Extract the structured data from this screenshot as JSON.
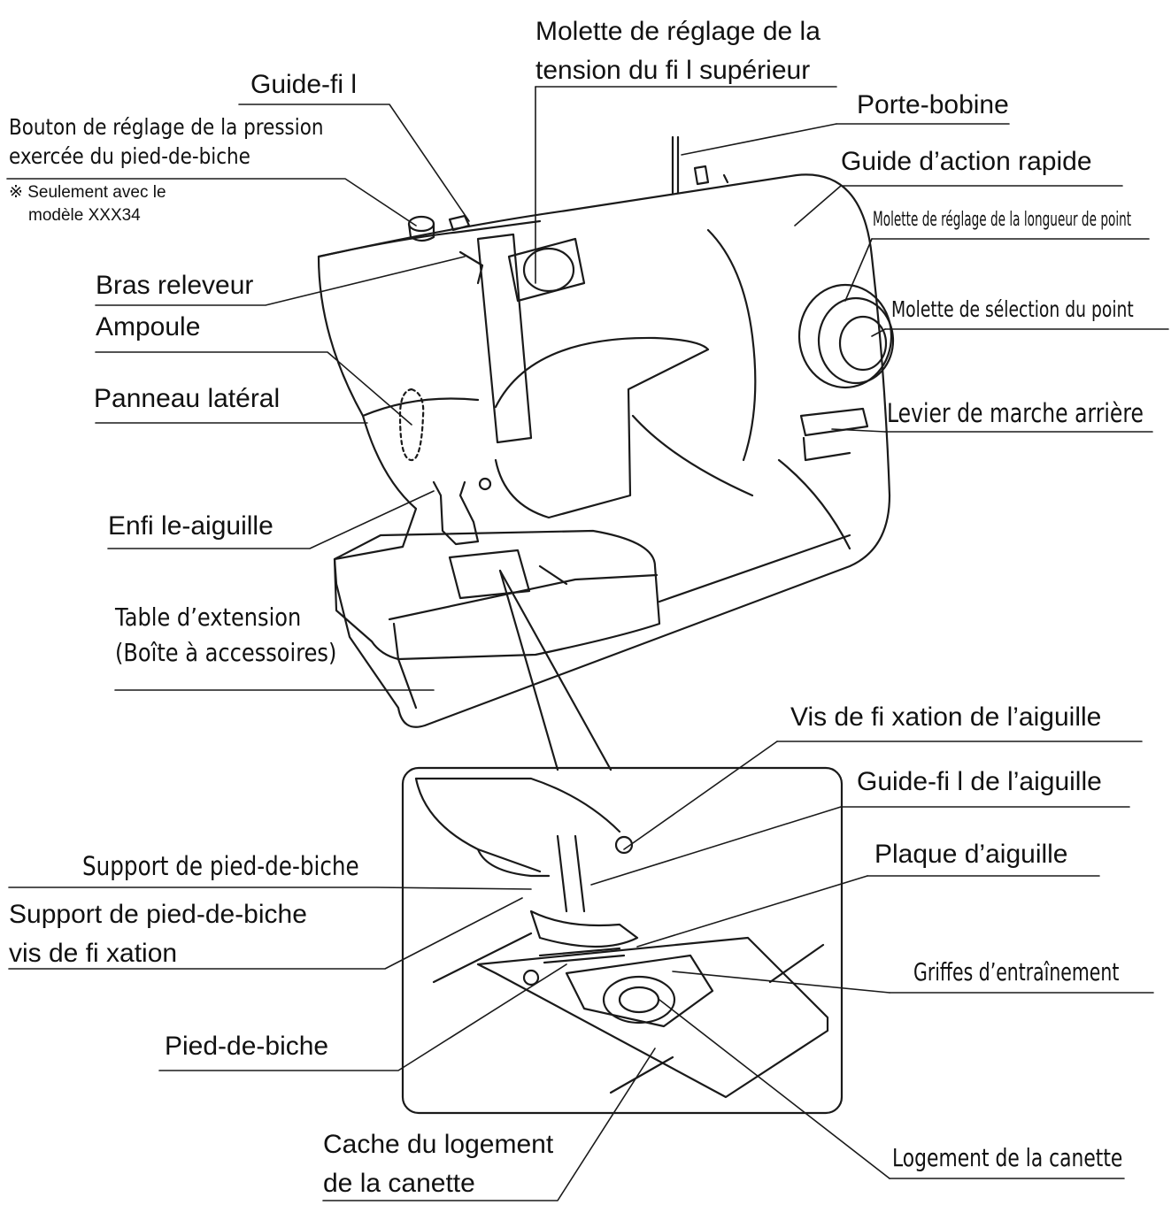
{
  "labels": {
    "tension_dial": [
      "Molette de réglage de la",
      "tension du fi l supérieur"
    ],
    "thread_guide": "Guide-fi l",
    "spool_pin": "Porte-bobine",
    "pressure_dial": [
      "Bouton de réglage de la pression",
      "exercée du pied-de-biche"
    ],
    "pressure_note": [
      "※ Seulement avec le",
      "modèle XXX34"
    ],
    "quick_guide": "Guide d’action rapide",
    "stitch_length_dial": "Molette de réglage de la longueur de point",
    "take_up_lever": "Bras releveur",
    "bulb": "Ampoule",
    "pattern_dial": "Molette de sélection du point",
    "side_panel": "Panneau latéral",
    "reverse_lever": "Levier de marche arrière",
    "needle_threader": "Enfi le-aiguille",
    "extension_table": [
      "Table d’extension",
      "(Boîte à accessoires)"
    ],
    "needle_clamp_screw": "Vis de fi xation de l’aiguille",
    "needle_bar_thread_guide": "Guide-fi l de l’aiguille",
    "presser_foot_holder": "Support de pied-de-biche",
    "needle_plate": "Plaque d’aiguille",
    "holder_screw": [
      "Support de pied-de-biche",
      "vis de fi xation"
    ],
    "feed_dogs": "Griffes d’entraînement",
    "presser_foot": "Pied-de-biche",
    "bobbin_cover": [
      "Cache du logement",
      "de la canette"
    ],
    "bobbin_case": "Logement de la canette"
  }
}
